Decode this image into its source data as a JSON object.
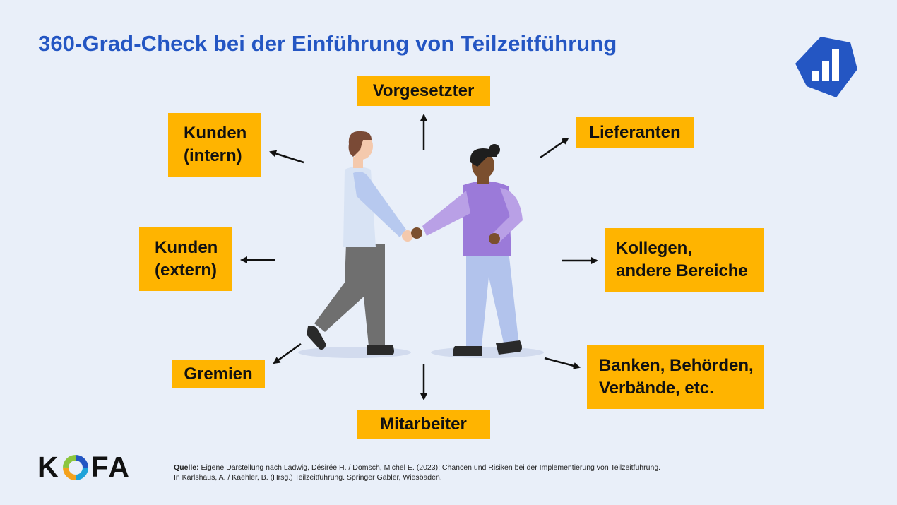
{
  "title": "360-Grad-Check bei der Einführung von Teilzeitführung",
  "diagram": {
    "nodes": [
      {
        "id": "vorgesetzter",
        "label": "Vorgesetzter"
      },
      {
        "id": "lieferanten",
        "label": "Lieferanten"
      },
      {
        "id": "kunden_intern",
        "label": "Kunden\n(intern)"
      },
      {
        "id": "kunden_extern",
        "label": "Kunden\n(extern)"
      },
      {
        "id": "kollegen",
        "label": "Kollegen,\nandere Bereiche"
      },
      {
        "id": "gremien",
        "label": "Gremien"
      },
      {
        "id": "mitarbeiter",
        "label": "Mitarbeiter"
      },
      {
        "id": "banken",
        "label": "Banken, Behörden,\nVerbände, etc."
      }
    ],
    "center": "handshake-illustration"
  },
  "source": {
    "label": "Quelle:",
    "text_line1": " Eigene Darstellung nach Ladwig, Désirée H. / Domsch, Michel E. (2023): Chancen und Risiken bei der Implementierung von Teilzeitführung.",
    "text_line2": "In Karlshaus, A. / Kaehler, B. (Hrsg.) Teilzeitführung. Springer Gabler, Wiesbaden."
  },
  "brand": {
    "k": "K",
    "fa": "FA",
    "ring_icon": "kofa-ring-icon"
  },
  "colors": {
    "accent": "#2456c3",
    "box": "#ffb400",
    "background": "#e9eff9"
  }
}
